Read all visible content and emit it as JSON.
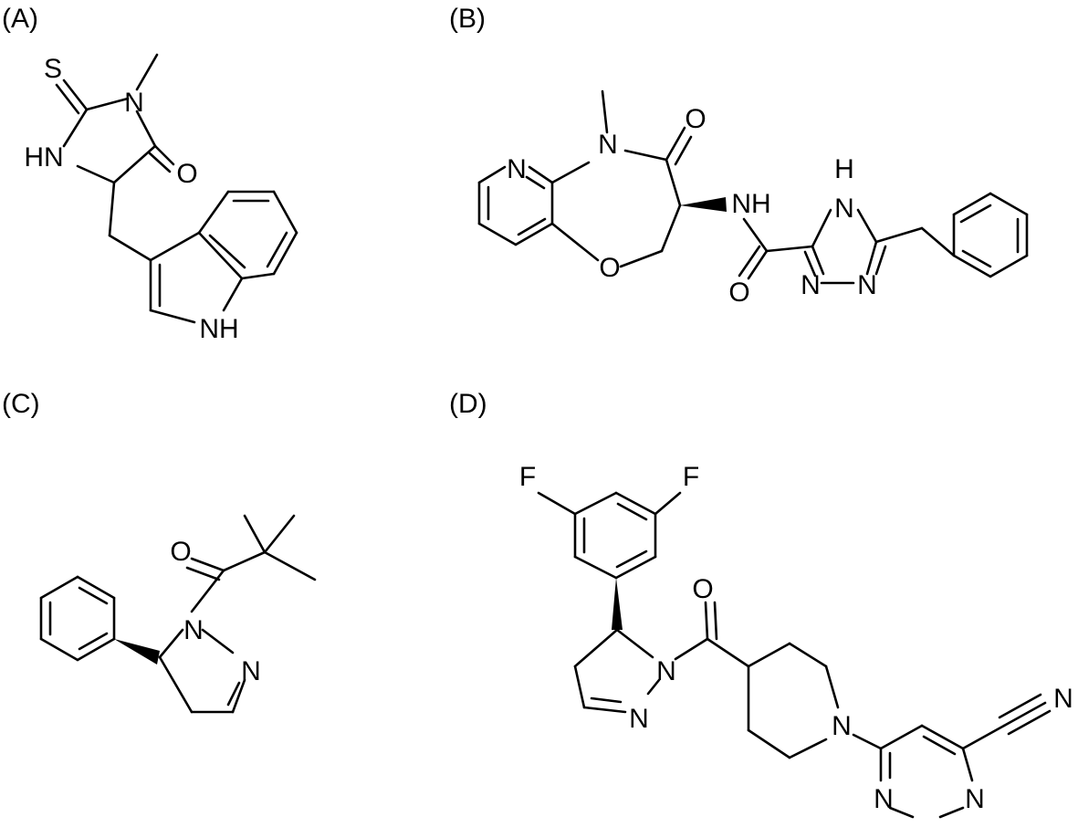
{
  "panels": [
    {
      "label": "(A)"
    },
    {
      "label": "(B)"
    },
    {
      "label": "(C)"
    },
    {
      "label": "(D)"
    }
  ],
  "atoms": {
    "a": {
      "S": "S",
      "N1": "N",
      "HN": "HN",
      "O": "O",
      "NH": "NH"
    },
    "b": {
      "N_pyr": "N",
      "N_me": "N",
      "O_keto": "O",
      "O_ring": "O",
      "NH": "NH",
      "O_amide": "O",
      "H": "H",
      "N_t1": "N",
      "N_t2": "N",
      "N_t3": "N"
    },
    "c": {
      "O": "O",
      "N1": "N",
      "N2": "N"
    },
    "d": {
      "F1": "F",
      "F2": "F",
      "O": "O",
      "N1": "N",
      "N2": "N",
      "N_pip": "N",
      "N_cn": "N",
      "N_pm1": "N",
      "N_pm2": "N"
    }
  }
}
